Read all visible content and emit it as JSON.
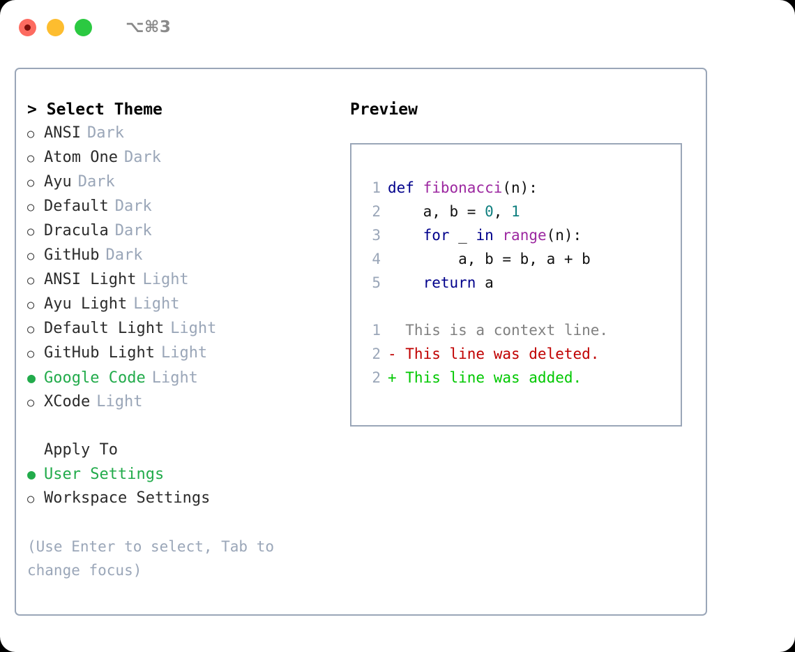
{
  "window": {
    "shortcut": "⌥⌘3",
    "traffic_lights": [
      {
        "name": "close-button",
        "color": "#fd6b60",
        "recording": true
      },
      {
        "name": "minimize-button",
        "color": "#fdbd2f",
        "recording": false
      },
      {
        "name": "maximize-button",
        "color": "#2bc941",
        "recording": false
      }
    ]
  },
  "theme_picker": {
    "prompt": ">",
    "title": "Select Theme",
    "marker_unselected": "○",
    "marker_selected": "●",
    "selected_index": 10,
    "options": [
      {
        "name": "ANSI",
        "variant": "Dark",
        "selected": false
      },
      {
        "name": "Atom One",
        "variant": "Dark",
        "selected": false
      },
      {
        "name": "Ayu",
        "variant": "Dark",
        "selected": false
      },
      {
        "name": "Default",
        "variant": "Dark",
        "selected": false
      },
      {
        "name": "Dracula",
        "variant": "Dark",
        "selected": false
      },
      {
        "name": "GitHub",
        "variant": "Dark",
        "selected": false
      },
      {
        "name": "ANSI Light",
        "variant": "Light",
        "selected": false
      },
      {
        "name": "Ayu Light",
        "variant": "Light",
        "selected": false
      },
      {
        "name": "Default Light",
        "variant": "Light",
        "selected": false
      },
      {
        "name": "GitHub Light",
        "variant": "Light",
        "selected": false
      },
      {
        "name": "Google Code",
        "variant": "Light",
        "selected": true
      },
      {
        "name": "XCode",
        "variant": "Light",
        "selected": false
      }
    ]
  },
  "apply_to": {
    "title": "Apply To",
    "options": [
      {
        "name": "User Settings",
        "selected": true
      },
      {
        "name": "Workspace Settings",
        "selected": false
      }
    ]
  },
  "hint": "(Use Enter to select, Tab to change focus)",
  "preview": {
    "title": "Preview",
    "code_lines": [
      {
        "no": "1",
        "tokens": [
          {
            "t": "def ",
            "c": "kw"
          },
          {
            "t": "fibonacci",
            "c": "fn"
          },
          {
            "t": "(n):",
            "c": "txt"
          }
        ]
      },
      {
        "no": "2",
        "tokens": [
          {
            "t": "    a, b = ",
            "c": "txt"
          },
          {
            "t": "0",
            "c": "num"
          },
          {
            "t": ", ",
            "c": "txt"
          },
          {
            "t": "1",
            "c": "num"
          }
        ]
      },
      {
        "no": "3",
        "tokens": [
          {
            "t": "    ",
            "c": "txt"
          },
          {
            "t": "for",
            "c": "kw"
          },
          {
            "t": " _ ",
            "c": "txt"
          },
          {
            "t": "in",
            "c": "kw"
          },
          {
            "t": " ",
            "c": "txt"
          },
          {
            "t": "range",
            "c": "fn"
          },
          {
            "t": "(n):",
            "c": "txt"
          }
        ]
      },
      {
        "no": "4",
        "tokens": [
          {
            "t": "        a, b = b, a + b",
            "c": "txt"
          }
        ]
      },
      {
        "no": "5",
        "tokens": [
          {
            "t": "    ",
            "c": "txt"
          },
          {
            "t": "return",
            "c": "kw"
          },
          {
            "t": " a",
            "c": "txt"
          }
        ]
      }
    ],
    "diff_lines": [
      {
        "no": "1",
        "kind": "ctx",
        "text": "  This is a context line."
      },
      {
        "no": "2",
        "kind": "del",
        "text": "- This line was deleted."
      },
      {
        "no": "2",
        "kind": "add",
        "text": "+ This line was added."
      }
    ]
  },
  "colors": {
    "accent_green": "#22ab4b",
    "muted": "#9aa6b8",
    "keyword": "#00008b",
    "function": "#9c27a0",
    "number": "#0f7f7f",
    "diff_deleted": "#c00000",
    "diff_added": "#00c800",
    "border": "#9aa6b8"
  }
}
